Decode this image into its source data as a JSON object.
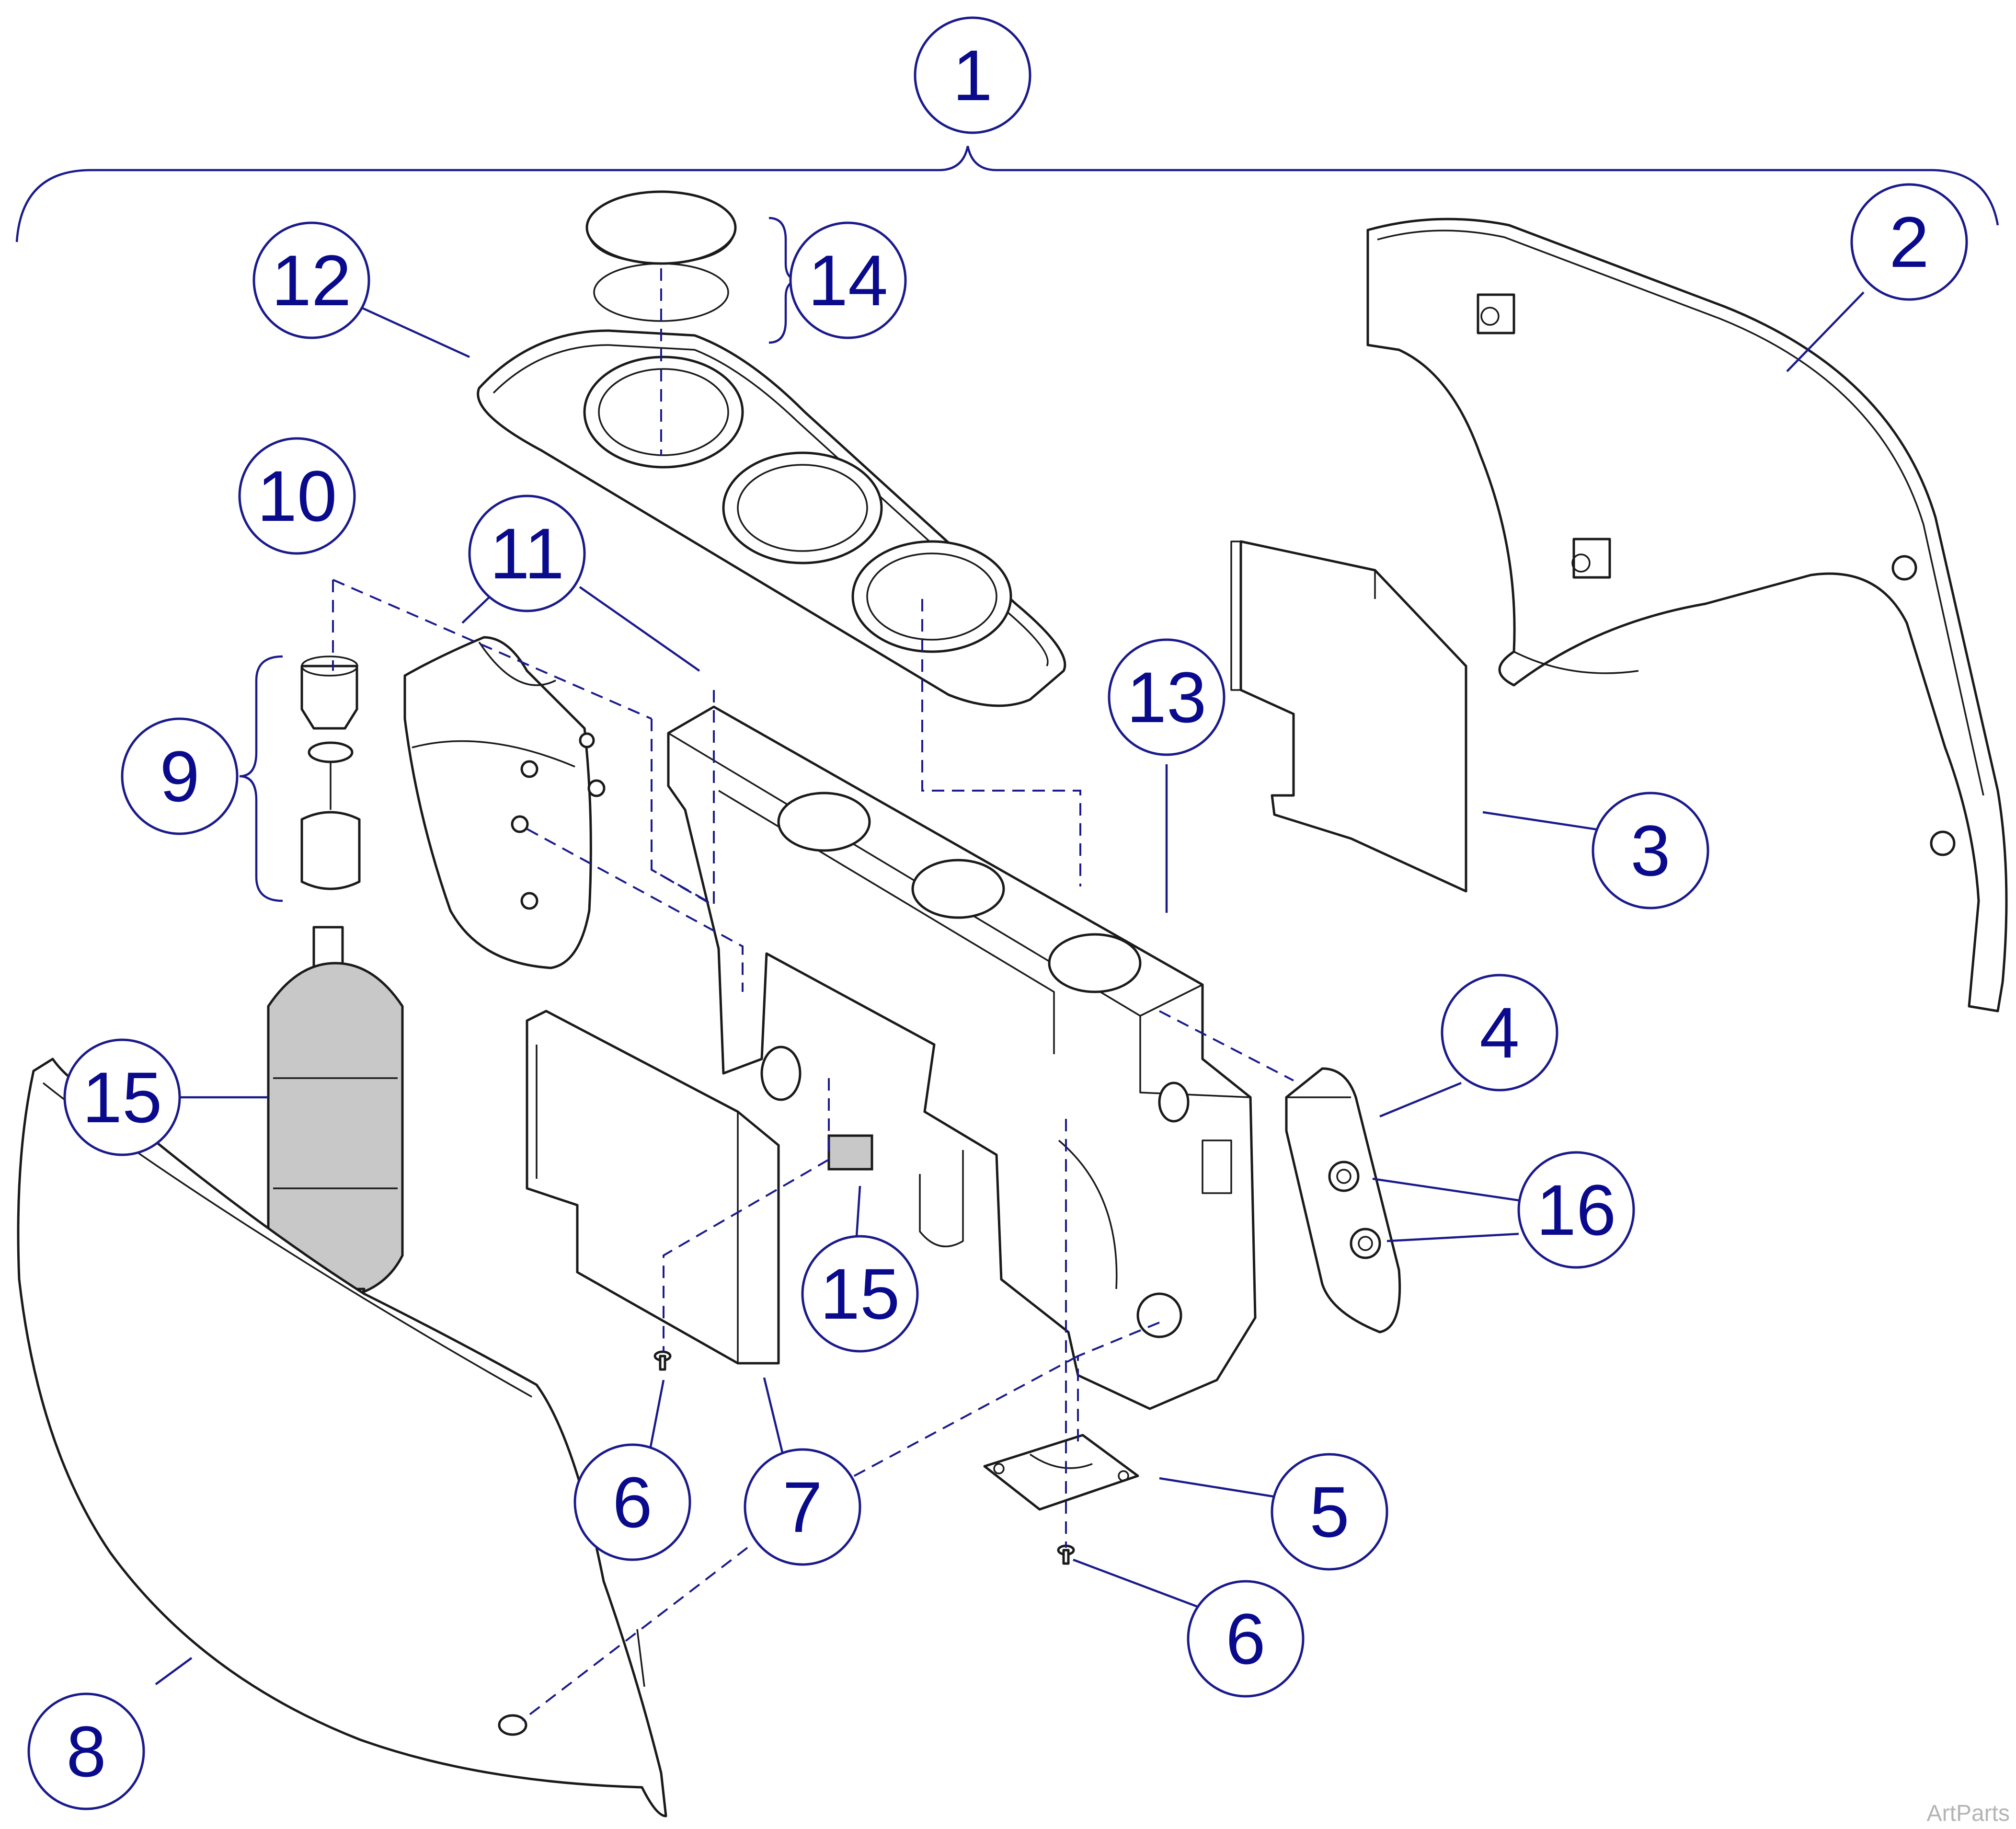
{
  "diagram": {
    "callouts": [
      {
        "id": "callout-1",
        "label": "1"
      },
      {
        "id": "callout-2",
        "label": "2"
      },
      {
        "id": "callout-3",
        "label": "3"
      },
      {
        "id": "callout-4",
        "label": "4"
      },
      {
        "id": "callout-5",
        "label": "5"
      },
      {
        "id": "callout-6a",
        "label": "6"
      },
      {
        "id": "callout-6b",
        "label": "6"
      },
      {
        "id": "callout-7",
        "label": "7"
      },
      {
        "id": "callout-8",
        "label": "8"
      },
      {
        "id": "callout-9",
        "label": "9"
      },
      {
        "id": "callout-10",
        "label": "10"
      },
      {
        "id": "callout-11",
        "label": "11"
      },
      {
        "id": "callout-12",
        "label": "12"
      },
      {
        "id": "callout-13",
        "label": "13"
      },
      {
        "id": "callout-14",
        "label": "14"
      },
      {
        "id": "callout-15a",
        "label": "15"
      },
      {
        "id": "callout-15b",
        "label": "15"
      },
      {
        "id": "callout-16",
        "label": "16"
      }
    ],
    "credit": "ArtParts",
    "colors": {
      "callout": "#0a0a8c",
      "outline": "#1a1a1a",
      "filter_fill": "#c8c8c8",
      "credit": "#b4b4b4"
    }
  }
}
